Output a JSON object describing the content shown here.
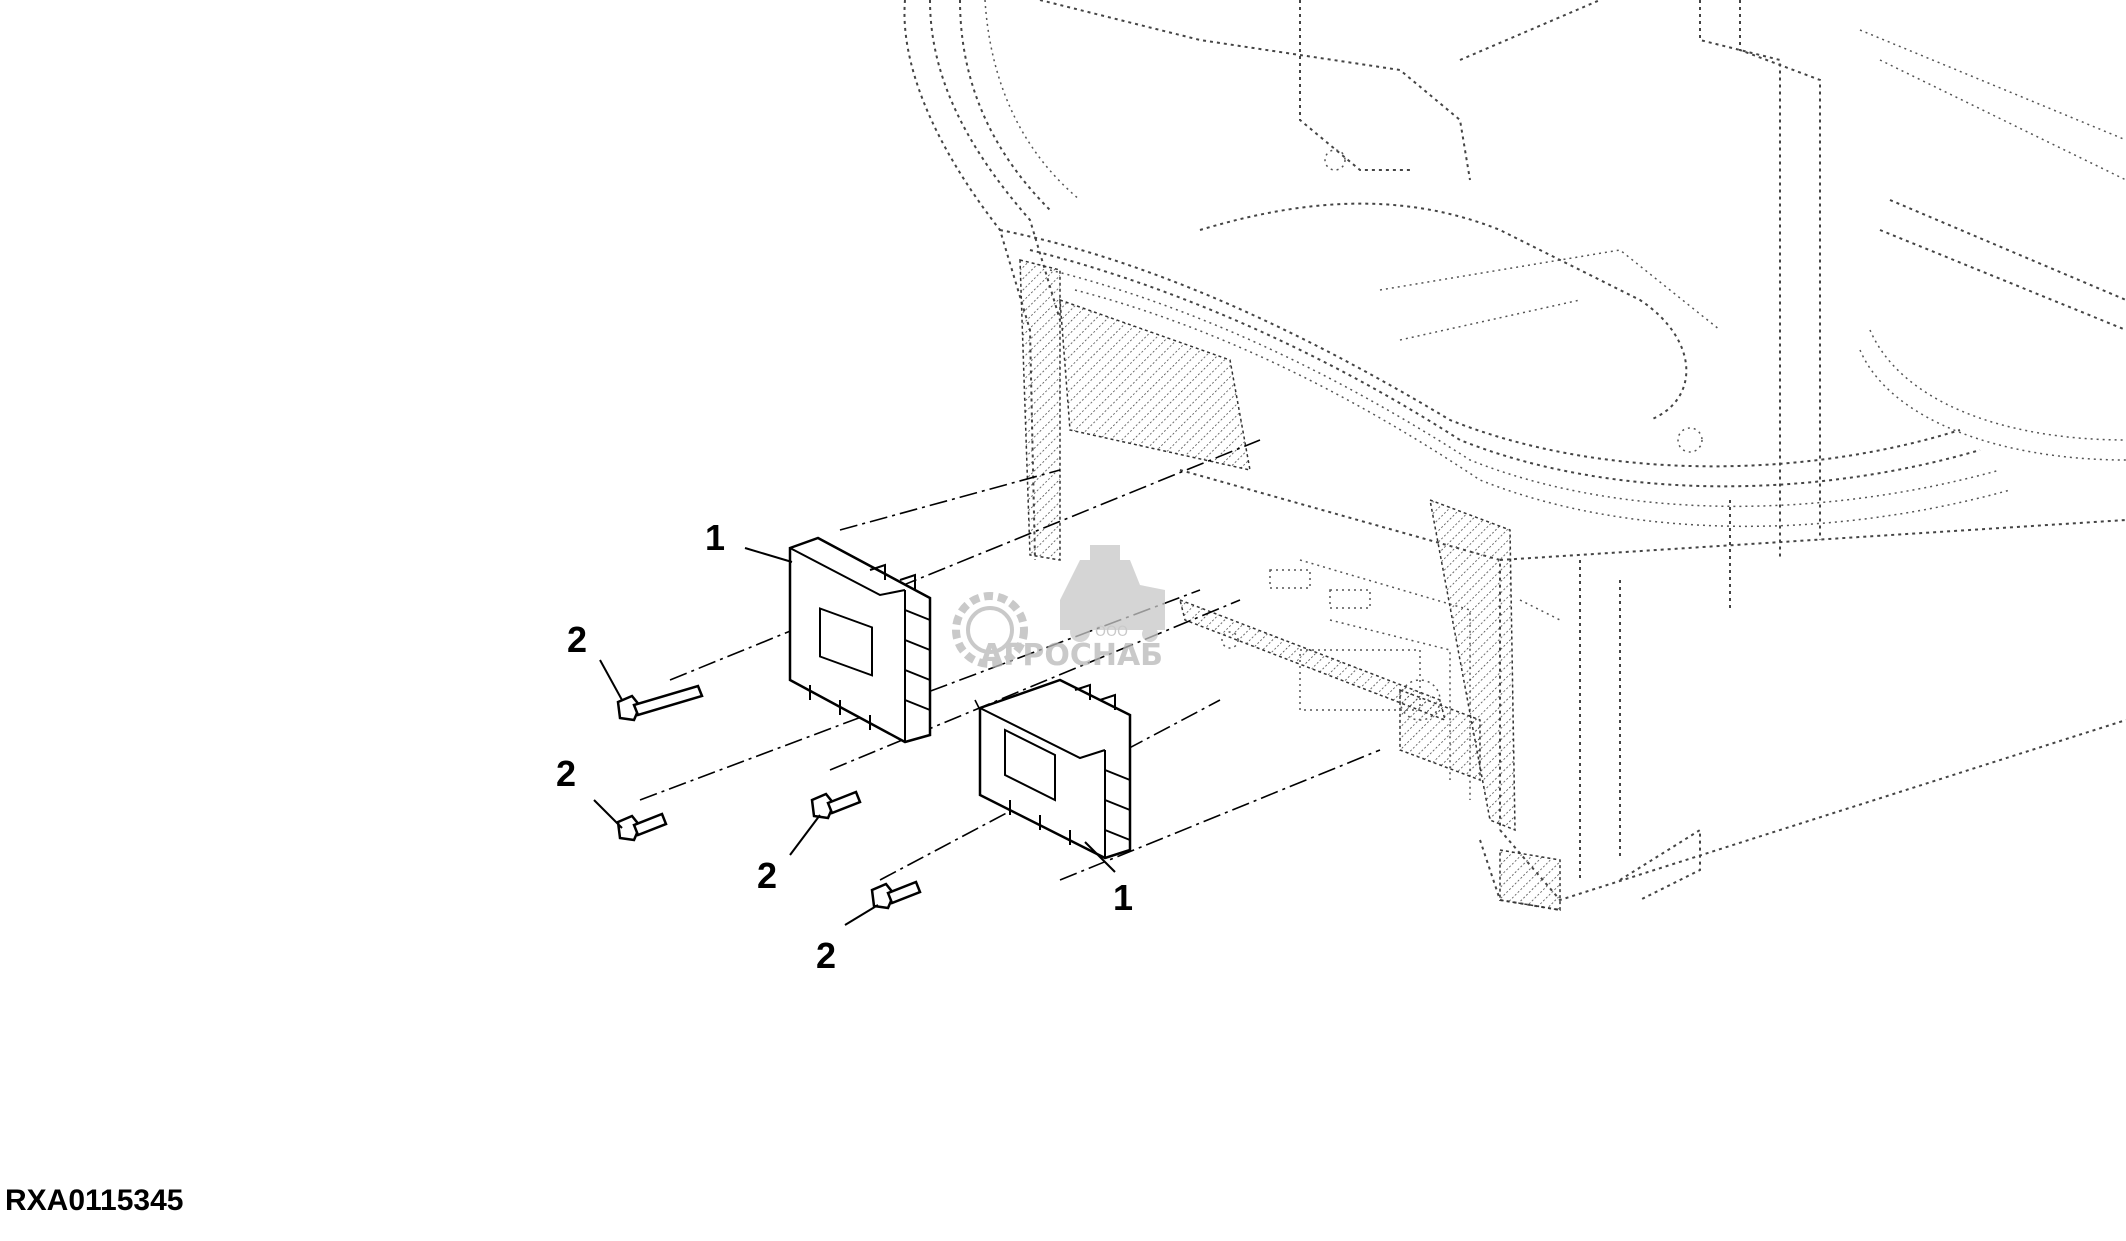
{
  "callouts": {
    "c1_top": "1",
    "c1_bottom": "1",
    "c2_a": "2",
    "c2_b": "2",
    "c2_c": "2",
    "c2_d": "2"
  },
  "figure_id": "RXA0115345",
  "watermark": {
    "small": "ООО",
    "brand": "АГРОСНАБ"
  },
  "colors": {
    "line": "#000000",
    "ghost": "#444444",
    "watermark": "#b8b8b8",
    "background": "#ffffff"
  }
}
